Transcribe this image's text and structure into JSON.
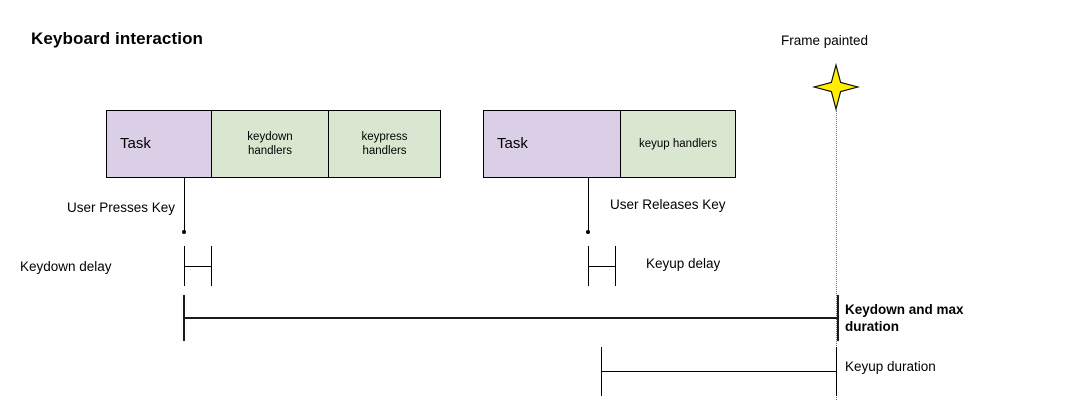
{
  "diagram": {
    "title": "Keyboard interaction",
    "colors": {
      "task_fill": "#dbcfe8",
      "handler_fill": "#d9e7d0",
      "stroke": "#000000",
      "star_fill": "#ffee00",
      "frame_line": "#6e6e6e"
    },
    "tracks": [
      {
        "name": "keydown-track",
        "segments": [
          {
            "label": "Task",
            "kind": "task"
          },
          {
            "label": "keydown\nhandlers",
            "line1": "keydown",
            "line2": "handlers",
            "kind": "handler"
          },
          {
            "label": "keypress\nhandlers",
            "line1": "keypress",
            "line2": "handlers",
            "kind": "handler"
          }
        ]
      },
      {
        "name": "keyup-track",
        "segments": [
          {
            "label": "Task",
            "kind": "task"
          },
          {
            "label": "keyup handlers",
            "line1": "keyup handlers",
            "line2": "",
            "kind": "handler"
          }
        ]
      }
    ],
    "annotations": {
      "frame_painted": "Frame painted",
      "user_presses_key": "User Presses Key",
      "user_releases_key": "User Releases Key",
      "keydown_delay": "Keydown delay",
      "keyup_delay": "Keyup delay",
      "keydown_max_duration_line1": "Keydown and max",
      "keydown_max_duration_line2": "duration",
      "keyup_duration": "Keyup duration"
    },
    "icons": {
      "star": "four-point-star-icon"
    }
  }
}
